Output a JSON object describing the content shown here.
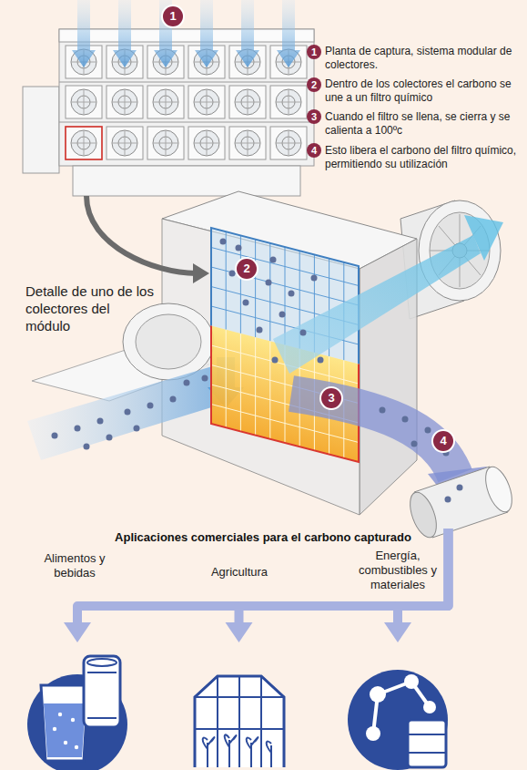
{
  "diagram": {
    "nodes": [
      {
        "text": [
          "1"
        ]
      },
      {
        "text": [
          "Detalle de uno de los colectores del módulo",
          "2",
          "3"
        ]
      },
      {
        "text": [
          "4"
        ]
      },
      {
        "text": [
          "Alimentos y bebidas"
        ]
      },
      {
        "text": [
          "Agricultura"
        ]
      },
      {
        "text": [
          "Energía, combustibles y materiales"
        ]
      }
    ],
    "edges": [
      {
        "from": 0,
        "to": 1,
        "arrow": "to"
      },
      {
        "from": 2,
        "to": 3,
        "arrow": "to"
      },
      {
        "from": 2,
        "to": 4,
        "arrow": "to"
      },
      {
        "from": 2,
        "to": 5,
        "arrow": "to"
      }
    ],
    "labels": [
      "1",
      "Planta de captura, sistema modular de colectores.",
      "2",
      "Dentro de los colectores el carbono se une a un filtro químico",
      "3",
      "Cuando el filtro se llena, se cierra y se calienta a 100ºc",
      "4",
      "Esto libera el carbono del filtro químico, permitiendo su utilización",
      "Aplicaciones comerciales para el carbono capturado"
    ]
  }
}
